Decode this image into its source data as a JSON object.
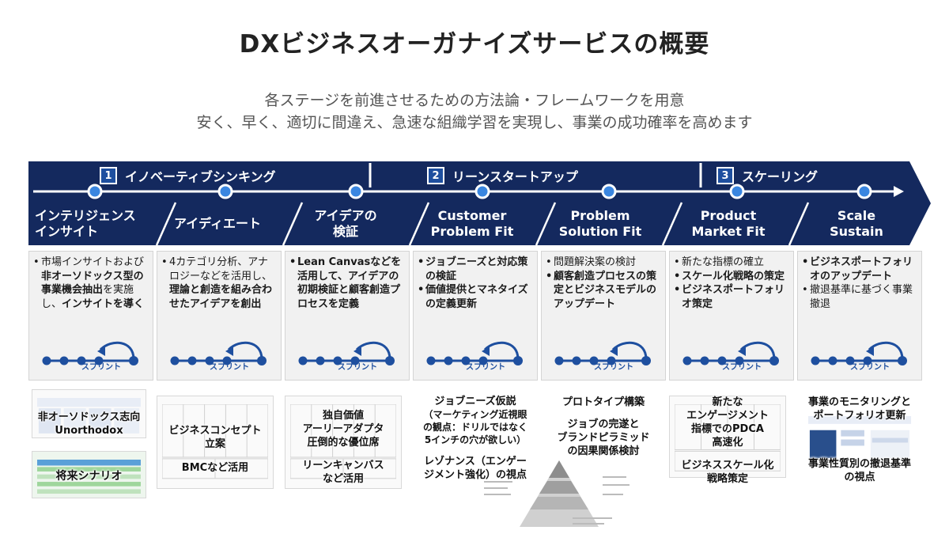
{
  "title": "DXビジネスオーガナイズサービスの概要",
  "subtitle_lines": [
    "各ステージを前進させるための方法論・フレームワークを用意",
    "安く、早く、適切に間違え、急速な組織学習を実現し、事業の成功確率を高めます"
  ],
  "colors": {
    "banner": "#14295e",
    "accent": "#1e4f9f",
    "panel": "#f1f1f1"
  },
  "phases": [
    {
      "num": "1",
      "label": "イノベーティブシンキング"
    },
    {
      "num": "2",
      "label": "リーンスタートアップ"
    },
    {
      "num": "3",
      "label": "スケーリング"
    }
  ],
  "stages": [
    {
      "line1": "インテリジェンス",
      "line2": "インサイト"
    },
    {
      "line1": "アイディエート",
      "line2": ""
    },
    {
      "line1": "アイデアの",
      "line2": "検証"
    },
    {
      "line1": "Customer",
      "line2": "Problem Fit"
    },
    {
      "line1": "Problem",
      "line2": "Solution Fit"
    },
    {
      "line1": "Product",
      "line2": "Market Fit"
    },
    {
      "line1": "Scale",
      "line2": "Sustain"
    }
  ],
  "columns": [
    {
      "items": [
        {
          "a": "市場インサイトお",
          "b": "よび",
          "c": "非オーソドッ",
          "d": "クス型の事業機会",
          "e": "抽出",
          "f": "を実施し、",
          "g": "イ",
          "h": "ンサイトを導く"
        }
      ]
    },
    {
      "items": [
        {
          "a": "4カテゴリ分析、ア",
          "b": "ナロジーなどを活",
          "c": "用し、",
          "d": "理論と創造",
          "e": "を組み合わせたア",
          "f": "イデアを創出"
        }
      ]
    },
    {
      "items": [
        {
          "a": "Lean Canvasなど",
          "b": "を活用して、アイ",
          "c": "デアの初期検証と",
          "d": "顧客創造プロセス",
          "e": "を定義"
        }
      ]
    },
    {
      "items": [
        {
          "t1": "ジョブニーズと対",
          "t2": "応策の検証"
        },
        {
          "t1": "価値提供とマネタ",
          "t2": "イズの定義更新"
        }
      ]
    },
    {
      "items": [
        {
          "t1": "問題解決案の検討"
        },
        {
          "t1": "顧客創造プロセス",
          "t2": "の策定とビジネス",
          "t3": "モデルのアップ",
          "t4": "デート"
        }
      ]
    },
    {
      "items": [
        {
          "t1": "新たな指標の確立"
        },
        {
          "t1": "スケール化戦略の",
          "t2": "策定"
        },
        {
          "t1": "ビジネスポート",
          "t2": "フォリオ策定"
        }
      ]
    },
    {
      "items": [
        {
          "t1": "ビジネスポート",
          "t2": "フォリオのアップ",
          "t3": "デート"
        },
        {
          "t1": "撤退基準に基づく",
          "t2": "事業撤退"
        }
      ]
    }
  ],
  "sprint_label": "スプリント",
  "captions": {
    "c1a_1": "非オーソドックス志向",
    "c1a_2": "Unorthodox",
    "c1b": "将来シナリオ",
    "c2a_1": "ビジネスコンセプト",
    "c2a_2": "立案",
    "c2b": "BMCなど活用",
    "c3a_1": "独自価値",
    "c3a_2": "アーリーアダプタ",
    "c3a_3": "圧倒的な優位席",
    "c3b_1": "リーンキャンバス",
    "c3b_2": "など活用",
    "c4a_1": "ジョブニーズ仮説",
    "c4a_2": "（マーケティング近視眼",
    "c4a_3": "の観点：ドリルではなく",
    "c4a_4": "5インチの穴が欲しい）",
    "c4b_1": "レゾナンス（エンゲー",
    "c4b_2": "ジメント強化）の視点",
    "c5a": "プロトタイプ構築",
    "c5b_1": "ジョブの完遂と",
    "c5b_2": "ブランドピラミッド",
    "c5b_3": "の因果関係検討",
    "c6a_1": "新たな",
    "c6a_2": "エンゲージメント",
    "c6a_3": "指標でのPDCA",
    "c6a_4": "高速化",
    "c6b_1": "ビジネススケール化",
    "c6b_2": "戦略策定",
    "c7a_1": "事業のモニタリングと",
    "c7a_2": "ポートフォリオ更新",
    "c7b_1": "事業性質別の撤退基準",
    "c7b_2": "の視点"
  }
}
